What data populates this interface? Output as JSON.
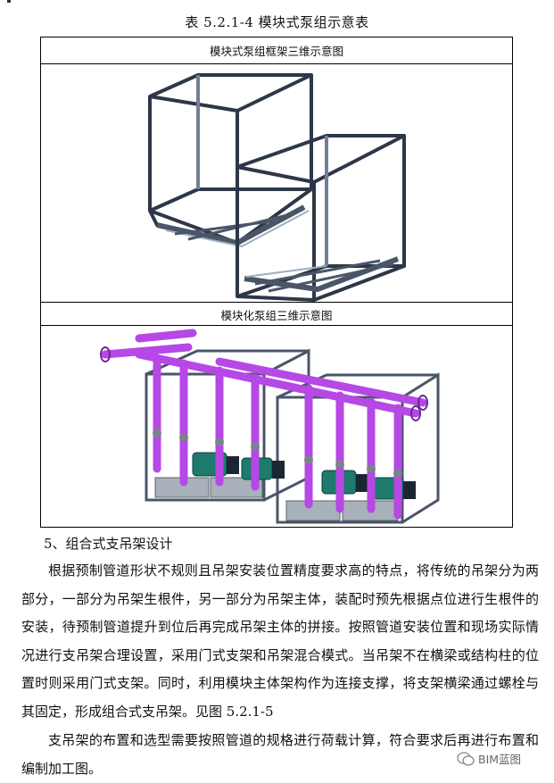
{
  "document": {
    "table_caption": "表 5.2.1-4  模块式泵组示意表",
    "row1_title": "模块式泵组框架三维示意图",
    "row2_title": "模块化泵组三维示意图",
    "section_heading": "5、组合式支吊架设计",
    "paragraph1": "根据预制管道形状不规则且吊架安装位置精度要求高的特点，将传统的吊架分为两部分，一部分为吊架生根件，另一部分为吊架主体，装配时预先根据点位进行生根件的安装，待预制管道提升到位后再完成吊架主体的拼接。按照管道安装位置和现场实际情况进行支吊架合理设置，采用门式支架和吊架混合模式。当吊架不在横梁或结构柱的位置时则采用门式支架。同时，利用模块主体架构作为连接支撑，将支架横梁通过螺栓与其固定，形成组合式支吊架。见图 5.2.1-5",
    "paragraph2": "支吊架的布置和选型需要按照管道的规格进行荷载计算，符合要求后再进行布置和编制加工图。",
    "watermark": "BIM蓝图"
  },
  "colors": {
    "frame_steel": "#4a5568",
    "pipe_purple": "#b648e6",
    "pump_teal": "#1f7a6e",
    "base_grey": "#9aa3ad"
  }
}
